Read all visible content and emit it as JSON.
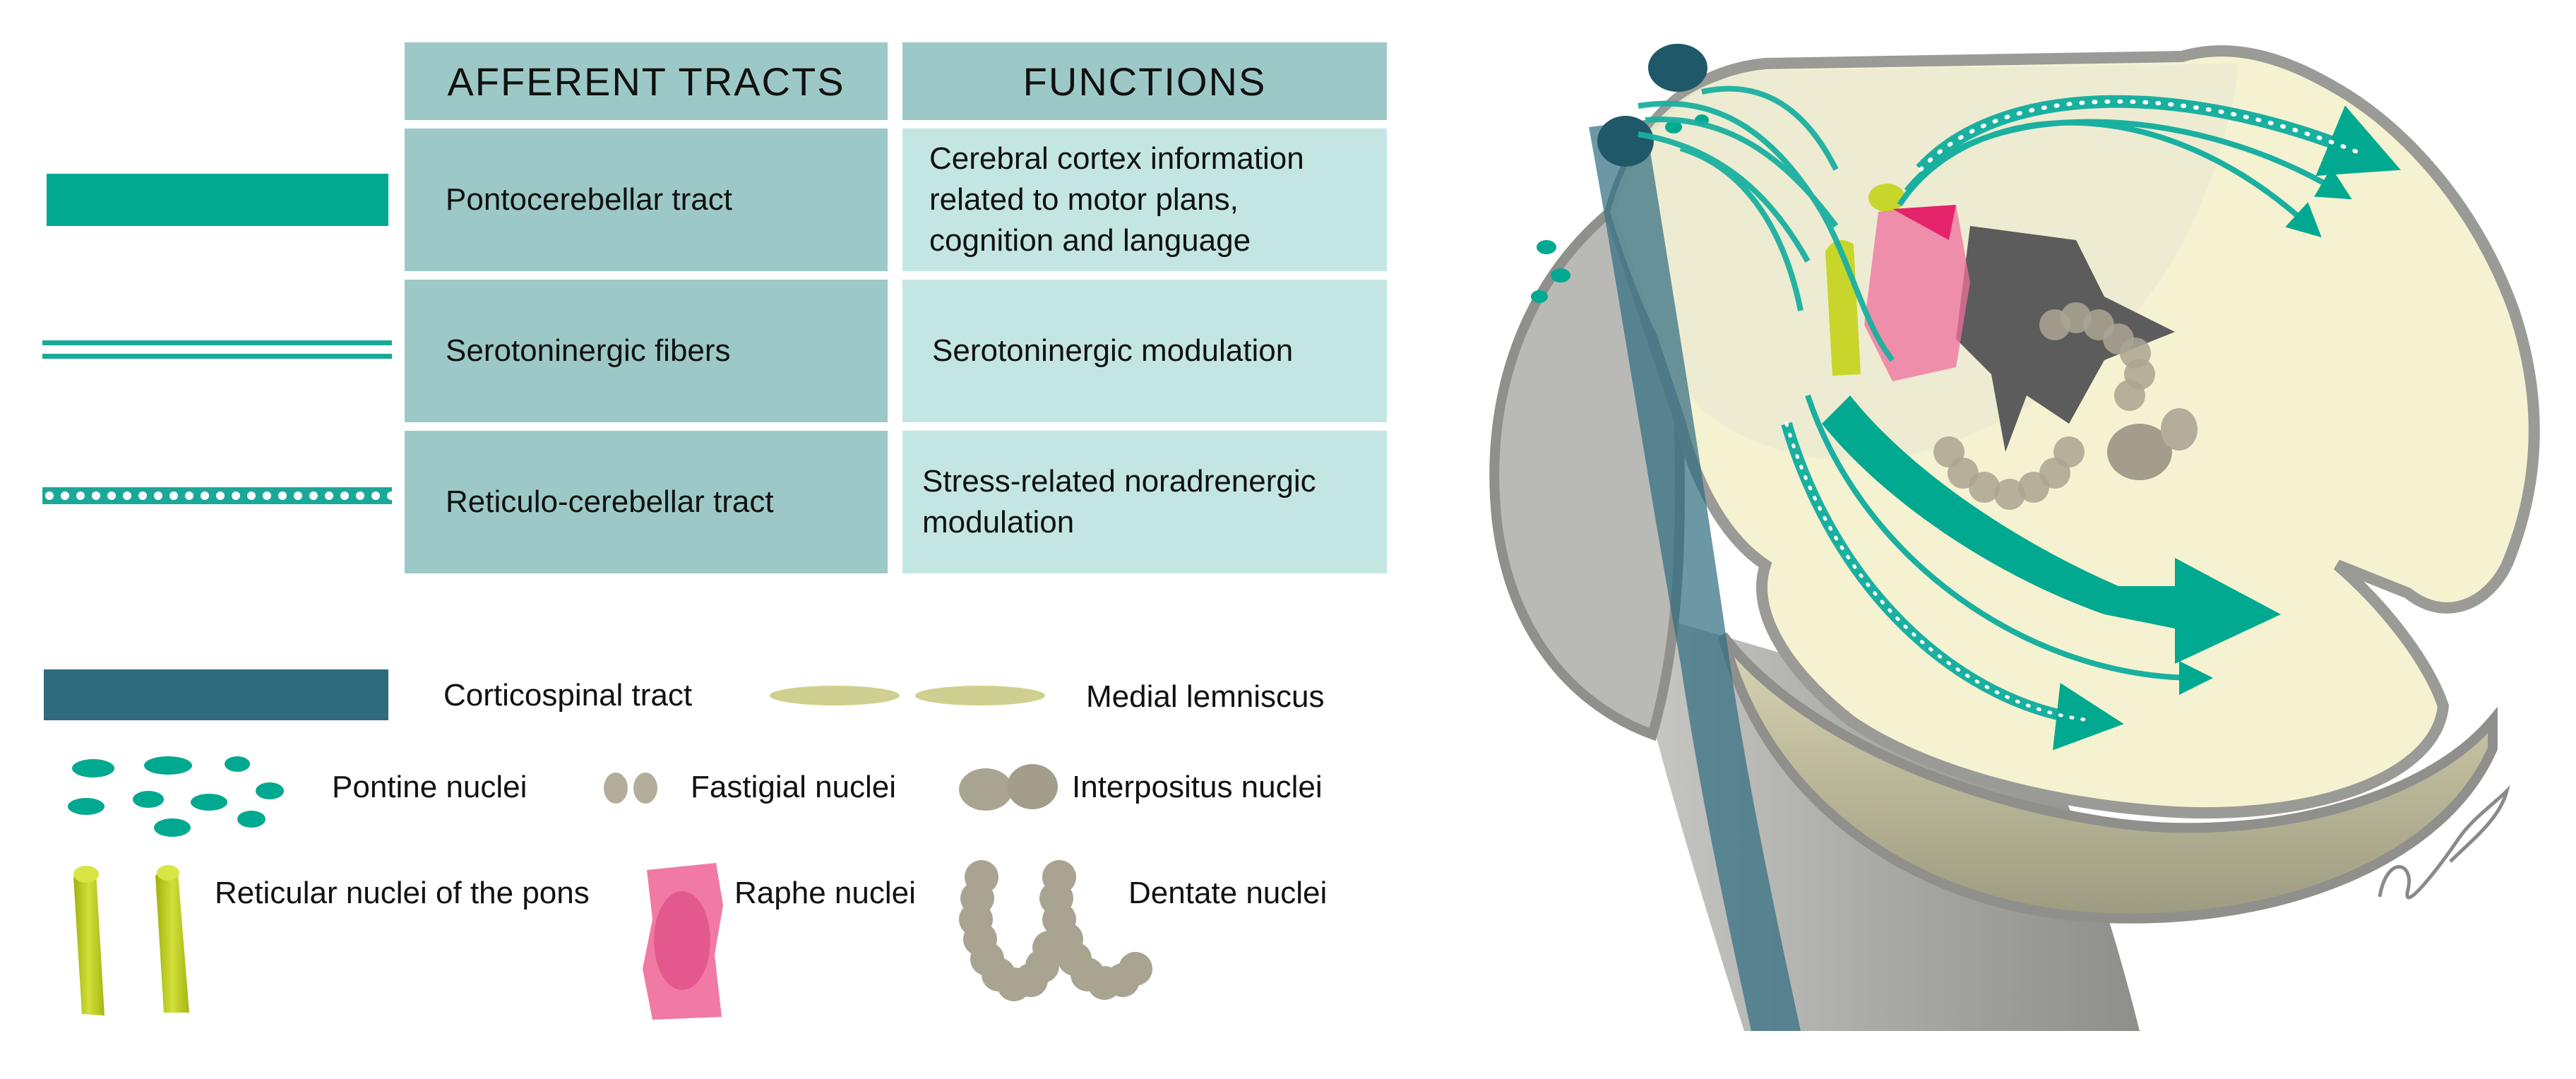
{
  "table": {
    "headers": [
      "AFFERENT TRACTS",
      "FUNCTIONS"
    ],
    "rows": [
      {
        "tract": "Pontocerebellar tract",
        "function_lines": [
          "Cerebral cortex information",
          "related to motor plans,",
          "cognition and language"
        ]
      },
      {
        "tract": "Serotoninergic fibers",
        "function_lines": [
          "Serotoninergic modulation"
        ]
      },
      {
        "tract": "Reticulo-cerebellar tract",
        "function_lines": [
          "Stress-related noradrenergic",
          "modulation"
        ]
      }
    ]
  },
  "legend": {
    "corticospinal": "Corticospinal tract",
    "medial_lemniscus": "Medial lemniscus",
    "pontine_nuclei": "Pontine nuclei",
    "fastigial_nuclei": "Fastigial nuclei",
    "interpositus_nuclei": "Interpositus nuclei",
    "reticular_nuclei": "Reticular nuclei of the pons",
    "raphe_nuclei": "Raphe nuclei",
    "dentate_nuclei": "Dentate nuclei"
  },
  "colors": {
    "teal_tract": "#00a98f",
    "corticospinal": "#2e6b7f",
    "header_bg": "#9cc9c7",
    "function_bg": "#c3e6e3",
    "lemniscus": "#cfcf8f",
    "reticular": "#c8d62b",
    "raphe": "#ec6c9a",
    "nuclei_gray": "#a9a492",
    "cerebellum": "#f4f1d0",
    "brainstem": "#b4b4b0"
  }
}
